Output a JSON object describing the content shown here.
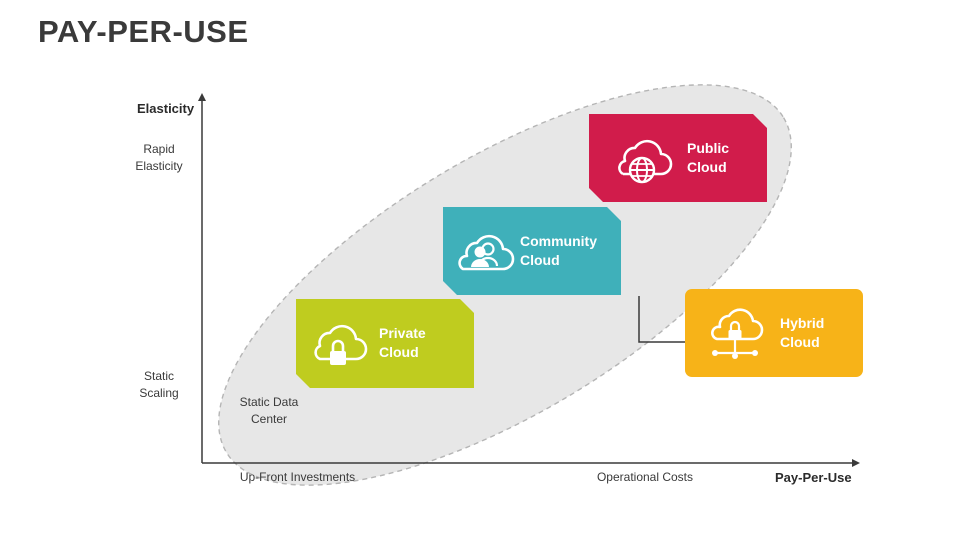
{
  "title": "PAY-PER-USE",
  "axes": {
    "y_title": "Elasticity",
    "x_title": "Pay-Per-Use",
    "y_ticks": {
      "top": "Rapid\nElasticity",
      "bottom": "Static\nScaling"
    },
    "x_ticks": {
      "left": "Up-Front Investments",
      "right": "Operational Costs"
    }
  },
  "static_label": "Static Data\nCenter",
  "cards": {
    "private": {
      "label": "Private\nCloud",
      "color": "#bfcc1f",
      "icon": "cloud-lock-icon"
    },
    "community": {
      "label": "Community\nCloud",
      "color": "#3fb0ba",
      "icon": "cloud-users-icon"
    },
    "public": {
      "label": "Public\nCloud",
      "color": "#d11c4b",
      "icon": "cloud-globe-icon"
    },
    "hybrid": {
      "label": "Hybrid\nCloud",
      "color": "#f7b318",
      "icon": "cloud-lock-network-icon"
    }
  }
}
